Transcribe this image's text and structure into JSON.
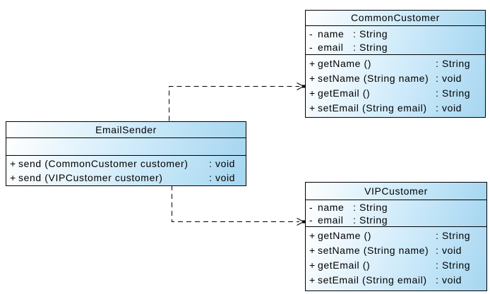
{
  "colors": {
    "background": "#ffffff",
    "box_fill_start": "#ffffff",
    "box_fill_mid": "#cdeafa",
    "box_fill_end": "#a6d6f0",
    "box_border": "#000000",
    "text": "#000000",
    "connector": "#000000"
  },
  "classes": [
    {
      "name": "CommonCustomer",
      "attributes": [
        {
          "visibility": "-",
          "name": "name",
          "type": ": String"
        },
        {
          "visibility": "-",
          "name": "email",
          "type": ": String"
        }
      ],
      "methods": [
        {
          "visibility": "+",
          "signature": "getName ()",
          "type": ": String"
        },
        {
          "visibility": "+",
          "signature": "setName (String name)",
          "type": ": void"
        },
        {
          "visibility": "+",
          "signature": "getEmail ()",
          "type": ": String"
        },
        {
          "visibility": "+",
          "signature": "setEmail (String email)",
          "type": ": void"
        }
      ]
    },
    {
      "name": "EmailSender",
      "attributes": [],
      "methods": [
        {
          "visibility": "+",
          "signature": "send (CommonCustomer customer)",
          "type": ": void"
        },
        {
          "visibility": "+",
          "signature": "send (VIPCustomer customer)",
          "type": ": void"
        }
      ]
    },
    {
      "name": "VIPCustomer",
      "attributes": [
        {
          "visibility": "-",
          "name": "name",
          "type": ": String"
        },
        {
          "visibility": "-",
          "name": "email",
          "type": ": String"
        }
      ],
      "methods": [
        {
          "visibility": "+",
          "signature": "getName ()",
          "type": ": String"
        },
        {
          "visibility": "+",
          "signature": "setName (String name)",
          "type": ": void"
        },
        {
          "visibility": "+",
          "signature": "getEmail ()",
          "type": ": String"
        },
        {
          "visibility": "+",
          "signature": "setEmail (String email)",
          "type": ": void"
        }
      ]
    }
  ],
  "relations": [
    {
      "type": "dependency",
      "from": "EmailSender",
      "to": "CommonCustomer",
      "line": "dashed",
      "arrowhead": "open"
    },
    {
      "type": "dependency",
      "from": "EmailSender",
      "to": "VIPCustomer",
      "line": "dashed",
      "arrowhead": "open"
    }
  ]
}
